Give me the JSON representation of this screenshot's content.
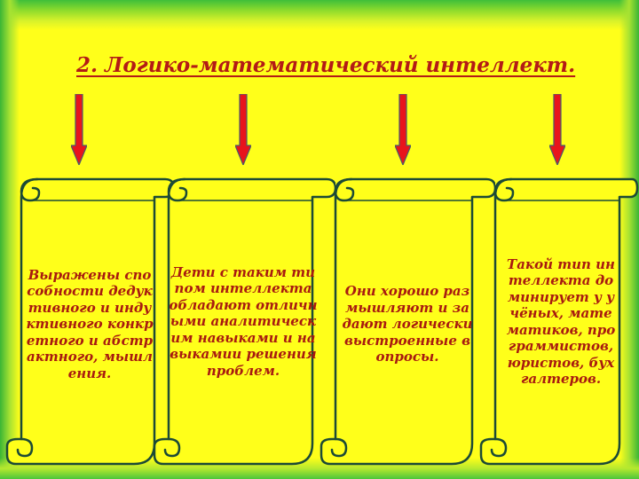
{
  "title": "2. Логико-математический интеллект.",
  "colors": {
    "background": "#ffff1a",
    "title": "#b31b16",
    "arrow": "#e8141c",
    "scroll_fill": "#ffff1a",
    "scroll_text": "#a81a10"
  },
  "cards": [
    {
      "text": "Выражены способности дедуктивного и индуктивного конкретного и абстрактного, мышления."
    },
    {
      "text": "Дети с таким типом интеллекта обладают отличными аналитическим навыками и навыкамии решения проблем."
    },
    {
      "text": "Они хорошо размышляют и задают логически выстроенные вопросы."
    },
    {
      "text": "Такой тип интеллекта доминирует у учёных, математиков, программистов, юристов, бухгалтеров."
    }
  ]
}
